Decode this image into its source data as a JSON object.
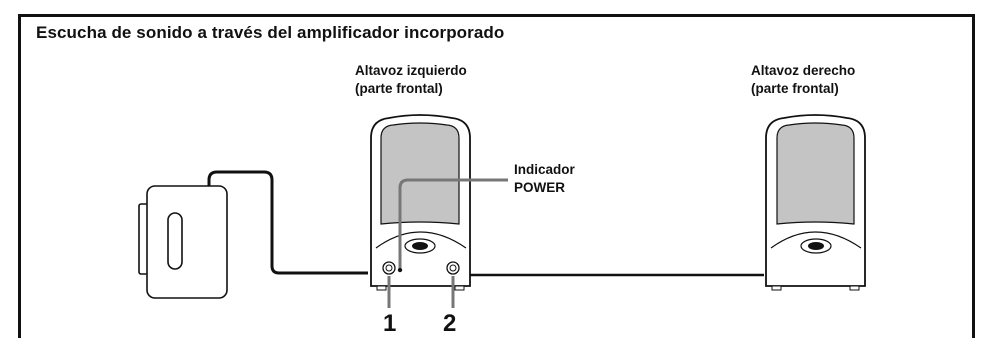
{
  "diagram": {
    "title": "Escucha de sonido a través del amplificador incorporado",
    "left_speaker_label_1": "Altavoz izquierdo",
    "left_speaker_label_2": "(parte frontal)",
    "right_speaker_label_1": "Altavoz derecho",
    "right_speaker_label_2": "(parte frontal)",
    "indicator_label_1": "Indicador",
    "indicator_label_2": "POWER",
    "callout_1": "1",
    "callout_2": "2"
  }
}
